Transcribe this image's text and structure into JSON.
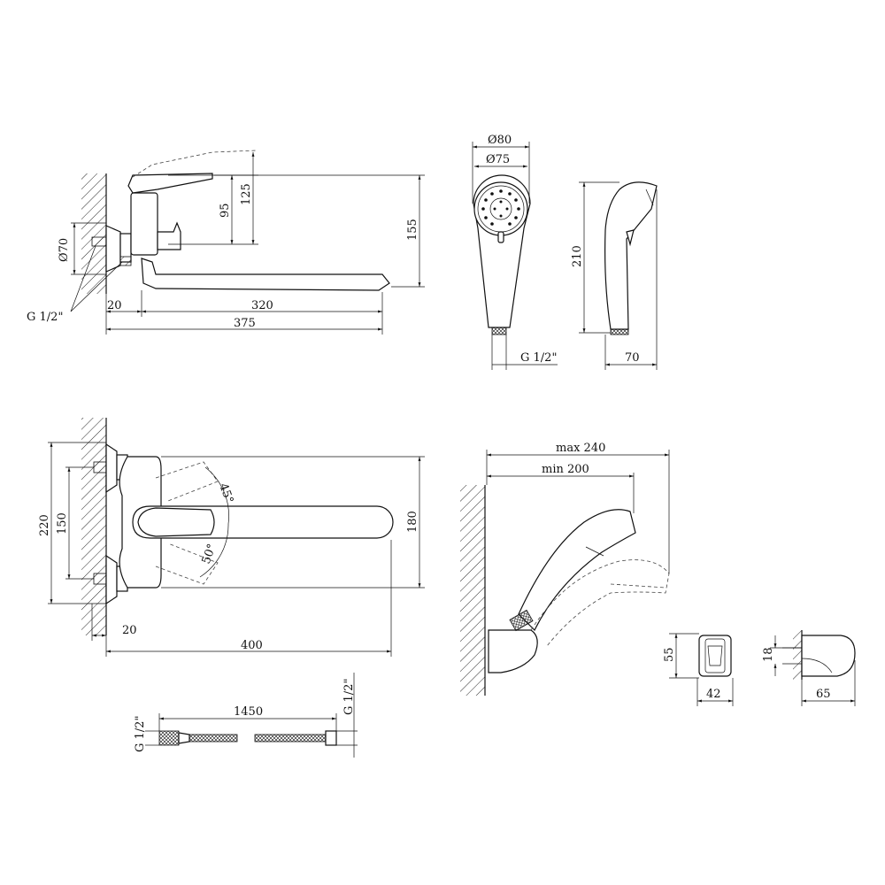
{
  "top_mixer": {
    "d_flange": "Ø70",
    "h_handle": "125",
    "h_body": "95",
    "h_total": "155",
    "w_offset": "20",
    "w_spout": "320",
    "w_total": "375",
    "thread": "G 1/2\""
  },
  "shower_head": {
    "d_outer": "Ø80",
    "d_inner": "Ø75",
    "thread": "G 1/2\"",
    "length": "210",
    "depth": "70"
  },
  "bottom_mixer": {
    "h_total": "220",
    "h_centers": "150",
    "h_spout": "180",
    "angle_a": "45°",
    "angle_b": "50°",
    "w_offset": "20",
    "w_total": "400"
  },
  "holder": {
    "max_reach": "max 240",
    "min_reach": "min 200"
  },
  "bracket_front": {
    "height": "55",
    "width": "42"
  },
  "bracket_side": {
    "height": "18",
    "width": "65"
  },
  "hose": {
    "length": "1450",
    "thread_left": "G 1/2\"",
    "thread_right": "G 1/2\""
  }
}
